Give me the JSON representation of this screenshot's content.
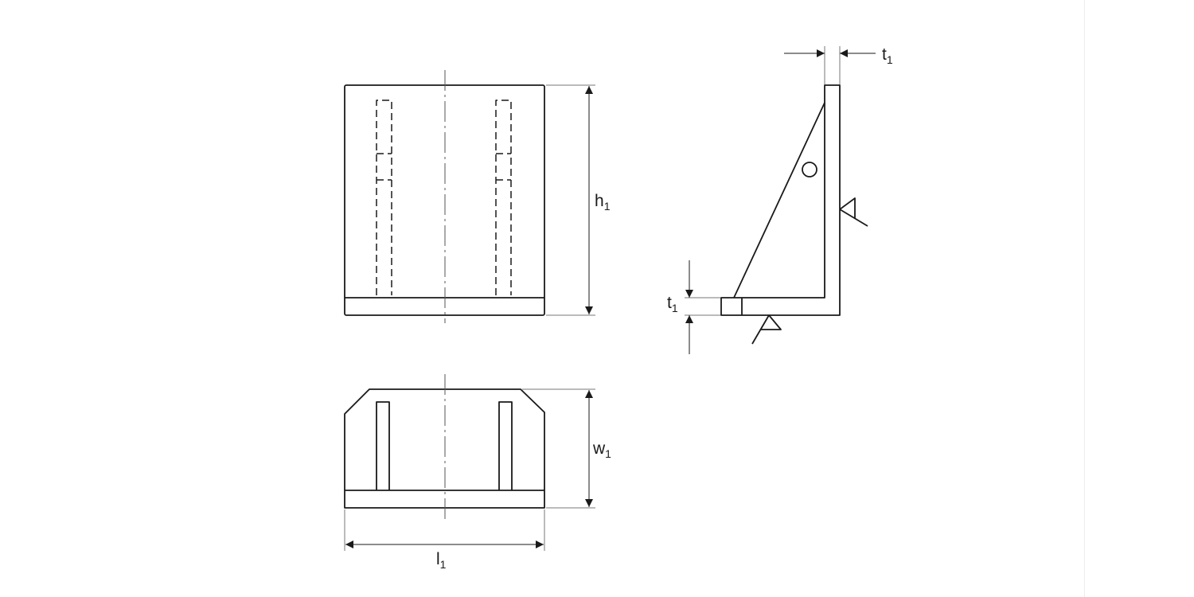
{
  "labels": {
    "h1": {
      "base": "h",
      "sub": "1"
    },
    "t1_top": {
      "base": "t",
      "sub": "1"
    },
    "t1_side": {
      "base": "t",
      "sub": "1"
    },
    "w1": {
      "base": "w",
      "sub": "1"
    },
    "l1": {
      "base": "l",
      "sub": "1"
    }
  },
  "colors": {
    "line": "#1a1a1a",
    "thin": "#777777"
  }
}
